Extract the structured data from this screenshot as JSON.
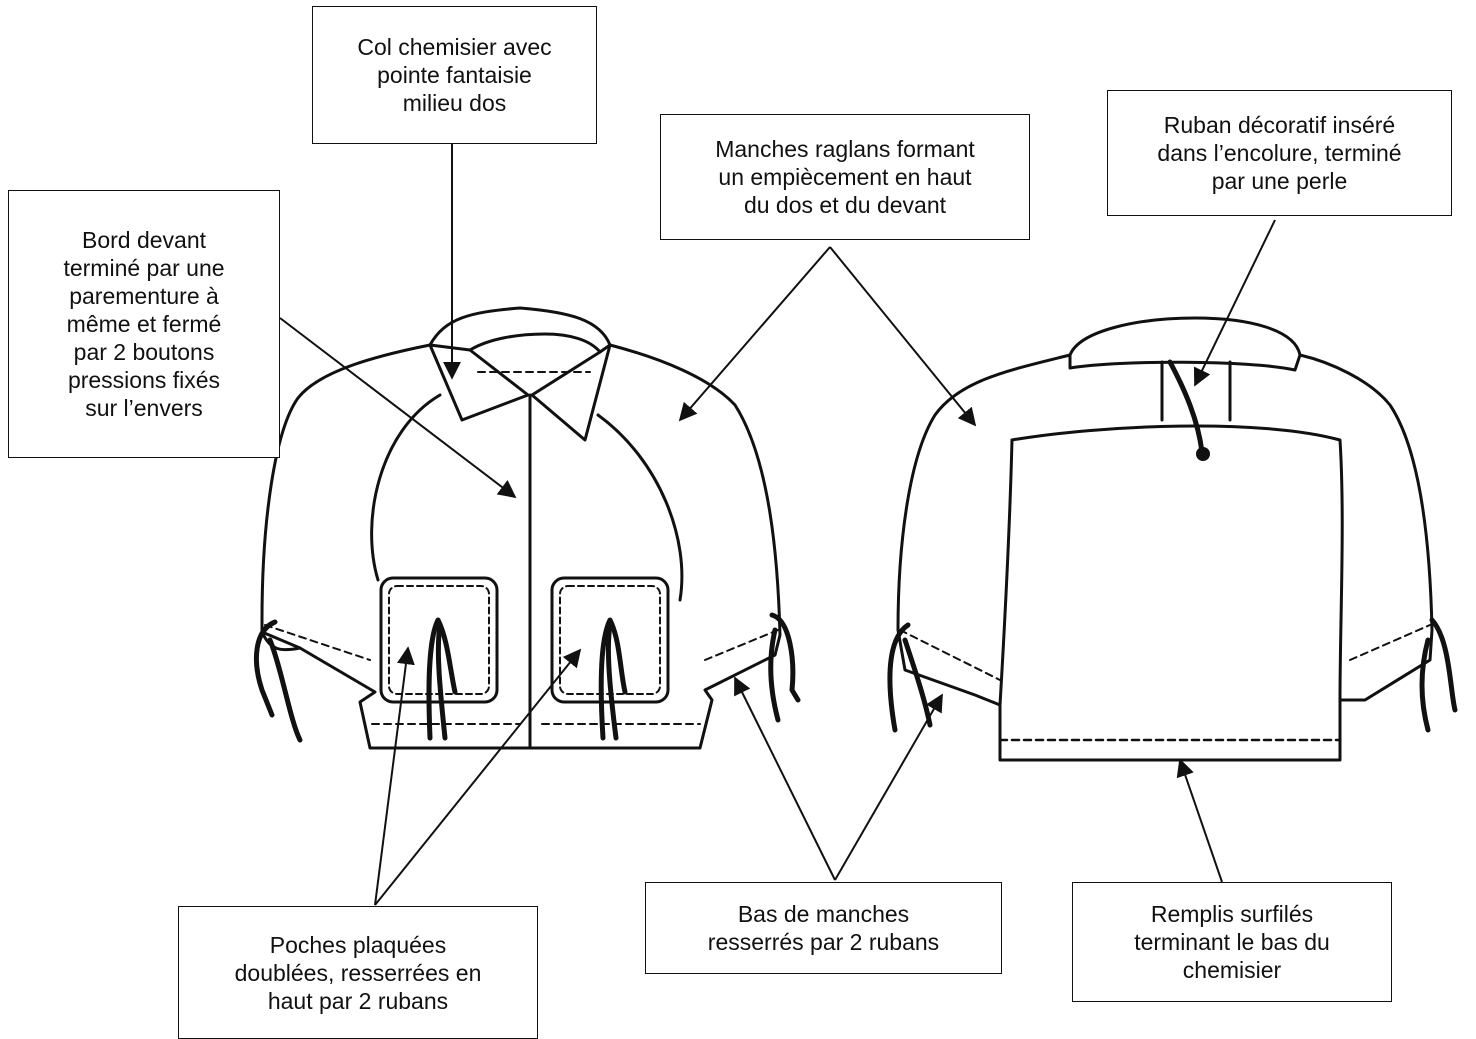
{
  "labels": {
    "collar": "Col chemisier avec\npointe fantaisie\nmilieu dos",
    "front_edge": "Bord devant\nterminé par une\nparementure à\nmême et fermé\npar 2 boutons\npressions fixés\nsur l’envers",
    "raglan": "Manches raglans formant\nun empiècement en haut\ndu dos et du devant",
    "ribbon_neck": "Ruban décoratif inséré\ndans l’encolure, terminé\npar une perle",
    "pockets": "Poches plaquées\ndoublées, resserrées en\nhaut par 2 rubans",
    "sleeve_hem": "Bas de manches\nresserrés par 2 rubans",
    "hem": "Remplis surfilés\nterminant le bas du\nchemisier"
  },
  "colors": {
    "ink": "#111111",
    "background": "#ffffff"
  }
}
